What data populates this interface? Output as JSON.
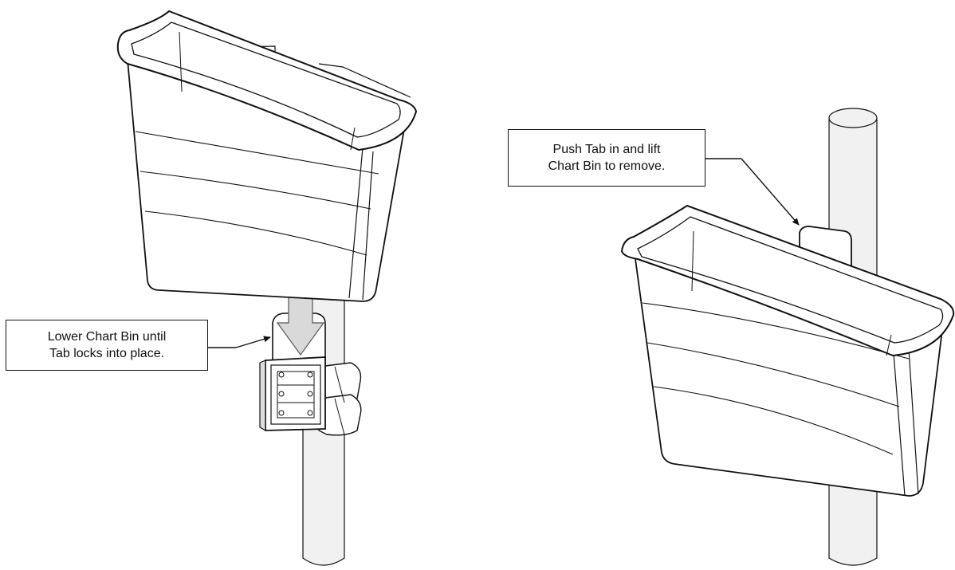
{
  "callouts": {
    "lower": {
      "line1": "Lower Chart Bin until",
      "line2": "Tab locks into place."
    },
    "remove": {
      "line1": "Push Tab in and lift",
      "line2": "Chart Bin to remove."
    }
  },
  "colors": {
    "line": "#111111",
    "pole_fill": "#f1f1f1",
    "arrow_fill": "#d9d9d9",
    "background": "#ffffff"
  },
  "icons": [
    "chart-bin",
    "pole",
    "mounting-bracket",
    "down-arrow",
    "release-tab",
    "leader-arrow"
  ]
}
